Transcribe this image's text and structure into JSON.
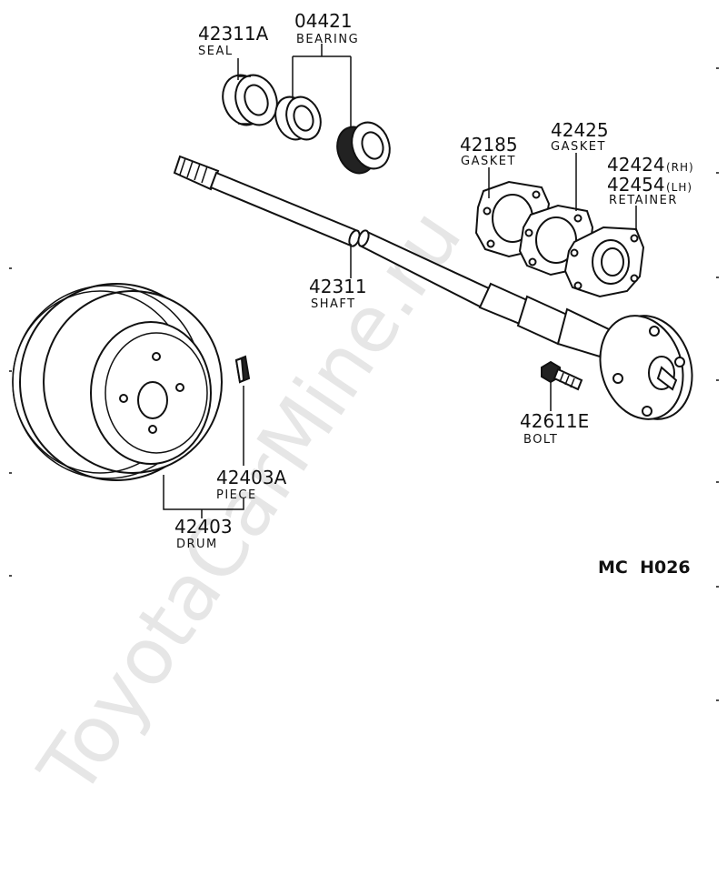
{
  "parts": {
    "seal": {
      "number": "42311A",
      "name": "SEAL"
    },
    "bearing": {
      "number": "04421",
      "name": "BEARING"
    },
    "gasket1": {
      "number": "42185",
      "name": "GASKET"
    },
    "gasket2": {
      "number": "42425",
      "name": "GASKET"
    },
    "retainer": {
      "number_rh": "42424",
      "side_rh": "(RH)",
      "number_lh": "42454",
      "side_lh": "(LH)",
      "name": "RETAINER"
    },
    "shaft": {
      "number": "42311",
      "name": "SHAFT"
    },
    "bolt": {
      "number": "42611E",
      "name": "BOLT"
    },
    "piece": {
      "number": "42403A",
      "name": "PIECE"
    },
    "drum": {
      "number": "42403",
      "name": "DRUM"
    }
  },
  "diagram_code": "MC  H026",
  "watermark": "ToyotaCarMine.ru"
}
